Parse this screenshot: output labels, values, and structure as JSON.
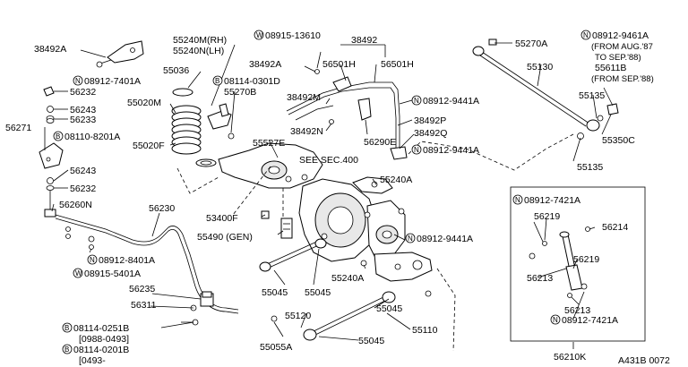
{
  "diagram": {
    "code": "A431B 0072",
    "labels": {
      "p38492A_top": "38492A",
      "p55240M": "55240M(RH)",
      "p55240N": "55240N(LH)",
      "w08915_13610": "08915-13610",
      "p38492_top": "38492",
      "p38492A_mid": "38492A",
      "p56501H_l": "56501H",
      "p56501H_r": "56501H",
      "p55270A": "55270A",
      "n08912_9461A": "08912-9461A",
      "from_aug87": "(FROM AUG.'87",
      "to_sep88": "TO SEP.'88)",
      "p55611B": "55611B",
      "from_sep88": "(FROM SEP.'88)",
      "p55036": "55036",
      "n08912_7401A": "08912-7401A",
      "b08114_0301D": "08114-0301D",
      "p55270B": "55270B",
      "p56232_a": "56232",
      "p38492M": "38492M",
      "p55130": "55130",
      "n08912_9441A_a": "08912-9441A",
      "p56243_a": "56243",
      "p56233": "56233",
      "p55020M": "55020M",
      "p38492N": "38492N",
      "p38492P": "38492P",
      "p55135_a": "55135",
      "p56271": "56271",
      "b08110_8201A": "08110-8201A",
      "p55527E": "55527E",
      "p56290E": "56290E",
      "p38492Q": "38492Q",
      "p55020F": "55020F",
      "n08912_9441A_b": "08912-9441A",
      "p55350C": "55350C",
      "p56243_b": "56243",
      "see_sec": "SEE SEC.400",
      "p55135_b": "55135",
      "p56232_b": "56232",
      "p55240A_a": "55240A",
      "p56260N": "56260N",
      "p56230": "56230",
      "n08912_7421A_a": "08912-7421A",
      "p53400F": "53400F",
      "p56219_a": "56219",
      "p56214": "56214",
      "p55490": "55490 (GEN)",
      "n08912_9441A_c": "08912-9441A",
      "n08912_8401A": "08912-8401A",
      "p56219_b": "56219",
      "w08915_5401A": "08915-5401A",
      "p55045_a": "55045",
      "p55045_b": "55045",
      "p55240A_b": "55240A",
      "p56213_a": "56213",
      "p56235": "56235",
      "p56311": "56311",
      "p55120": "55120",
      "p55045_c": "55045",
      "p56213_b": "56213",
      "n08912_7421A_b": "08912-7421A",
      "b08114_0251B": "08114-0251B",
      "range_0988": "[0988-0493]",
      "p55110": "55110",
      "b08114_0201B": "08114-0201B",
      "p55055A": "55055A",
      "p55045_d": "55045",
      "range_0493": "[0493-",
      "p56210K": "56210K",
      "circ_n": "N",
      "circ_w": "W",
      "circ_b": "B"
    }
  }
}
